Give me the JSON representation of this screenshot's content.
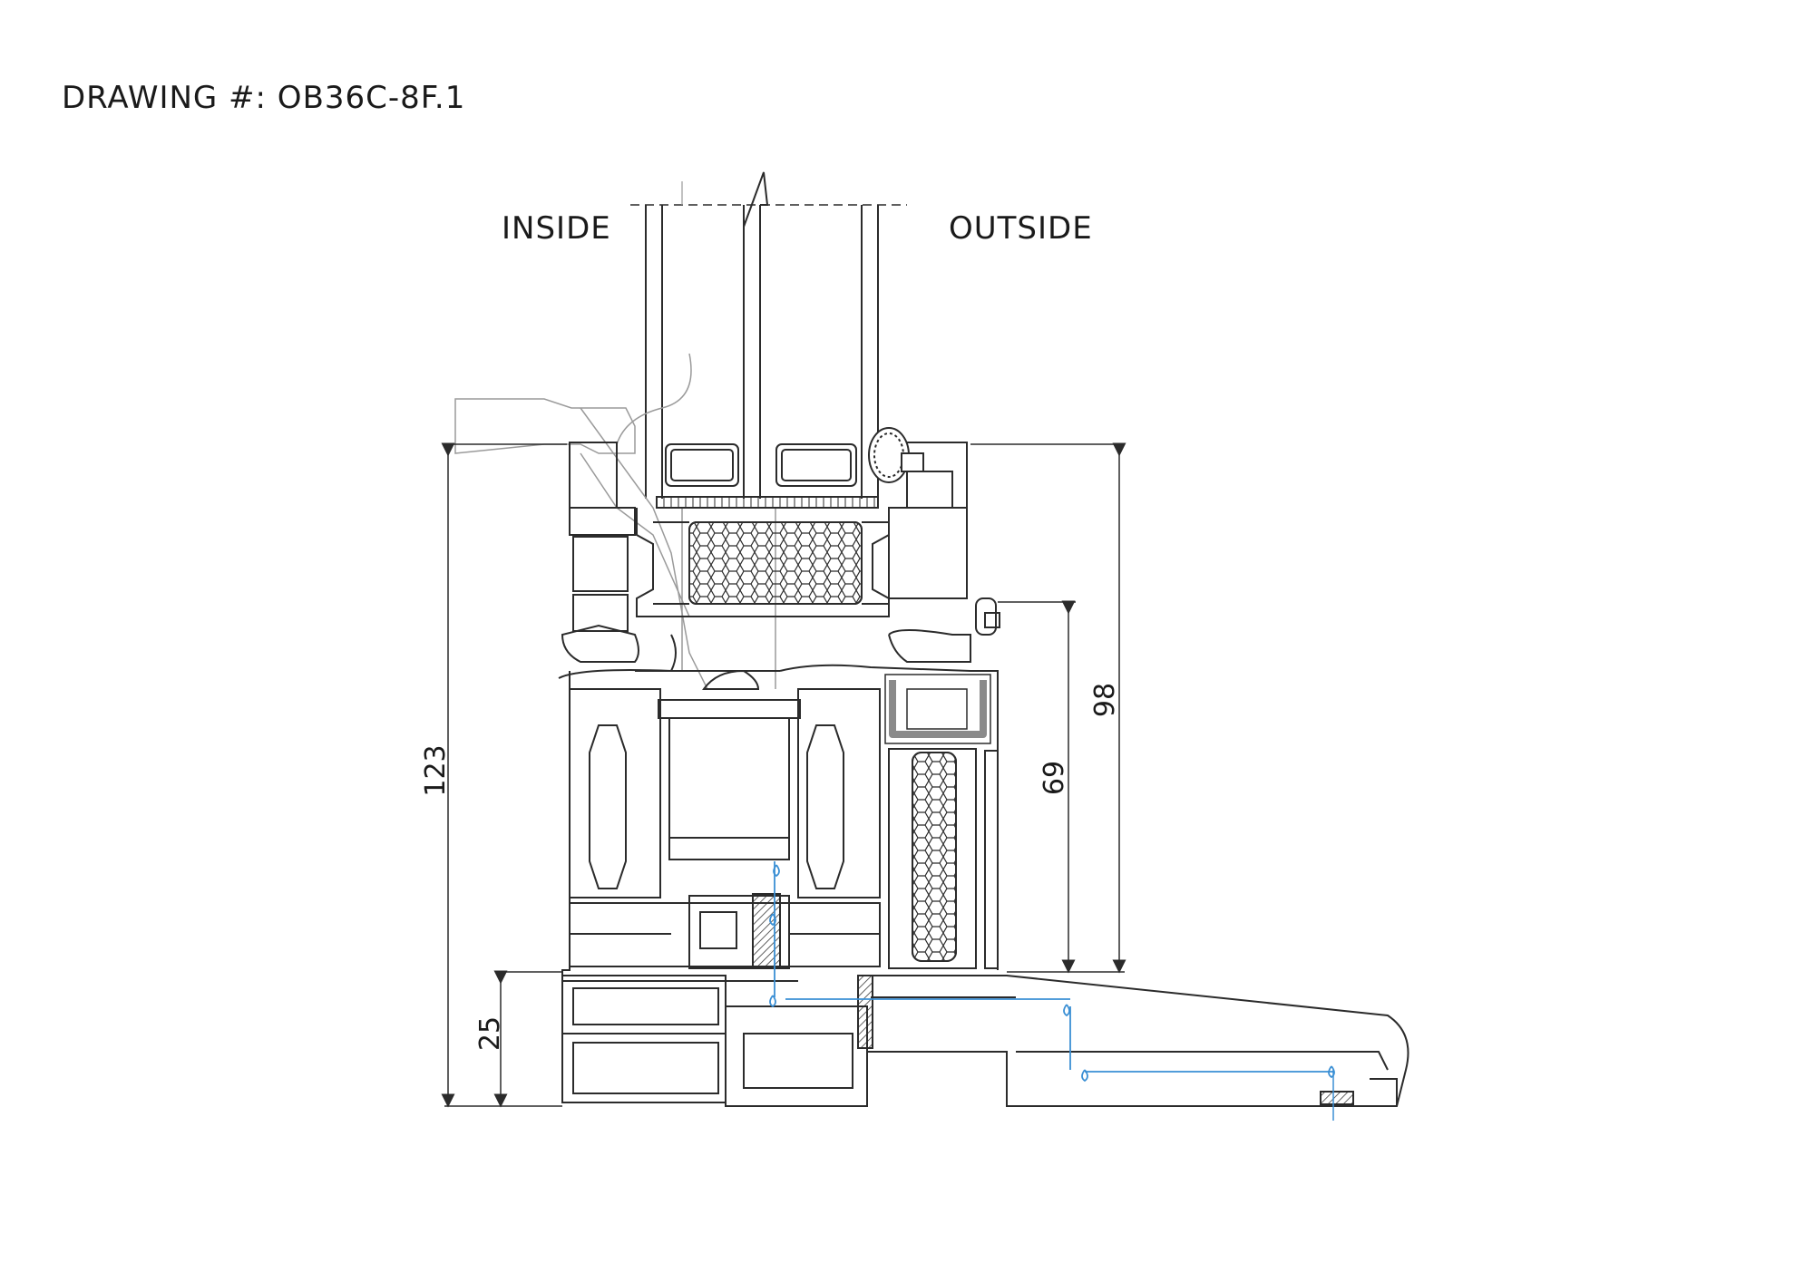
{
  "drawing": {
    "title": "DRAWING #: OB36C-8F.1",
    "inside_label": "INSIDE",
    "outside_label": "OUTSIDE"
  },
  "dimensions": {
    "total_height": "123",
    "sash_height": "98",
    "frame_height": "69",
    "base_height": "25"
  },
  "colors": {
    "line": "#2b2b2b",
    "faint_line": "#9a9a9a",
    "drainage": "#3a8fd4",
    "gasket_grey": "#8a8a8a"
  }
}
